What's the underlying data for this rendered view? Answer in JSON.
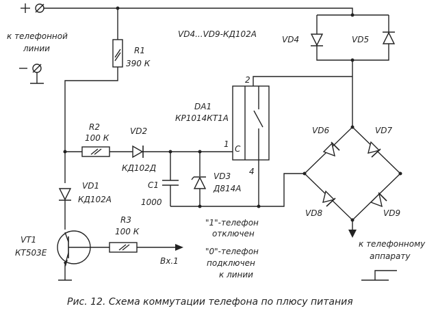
{
  "caption": "Рис. 12. Схема коммутации телефона по плюсу питания",
  "terminals": {
    "plus": "+",
    "minus": "−",
    "line_label_1": "к телефонной",
    "line_label_2": "линии",
    "phone_label_1": "к телефонному",
    "phone_label_2": "аппарату",
    "input": "Вх.1"
  },
  "components": {
    "r1_name": "R1",
    "r1_value": "390 К",
    "r2_name": "R2",
    "r2_value": "100 К",
    "r3_name": "R3",
    "r3_value": "100 К",
    "vd1_name": "VD1",
    "vd1_type": "КД102А",
    "vd2_name": "VD2",
    "vd2_type": "КД102Д",
    "vd3_name": "VD3",
    "vd3_type": "Д814А",
    "vd4_name": "VD4",
    "vd5_name": "VD5",
    "vd6_name": "VD6",
    "vd7_name": "VD7",
    "vd8_name": "VD8",
    "vd9_name": "VD9",
    "c1_name": "C1",
    "c1_value": "1000",
    "vt1_name": "VT1",
    "vt1_type": "КТ503Е",
    "da1_name": "DA1",
    "da1_type": "КР1014КТ1А",
    "diodes_note": "VD4...VD9-КД102А",
    "da1_pin_c": "C",
    "pin1": "1",
    "pin2": "2",
    "pin4": "4"
  },
  "notes": {
    "off_1": "\"1\"-телефон",
    "off_2": "отключен",
    "on_1": "\"0\"-телефон",
    "on_2": "подключен",
    "on_3": "к линии"
  }
}
